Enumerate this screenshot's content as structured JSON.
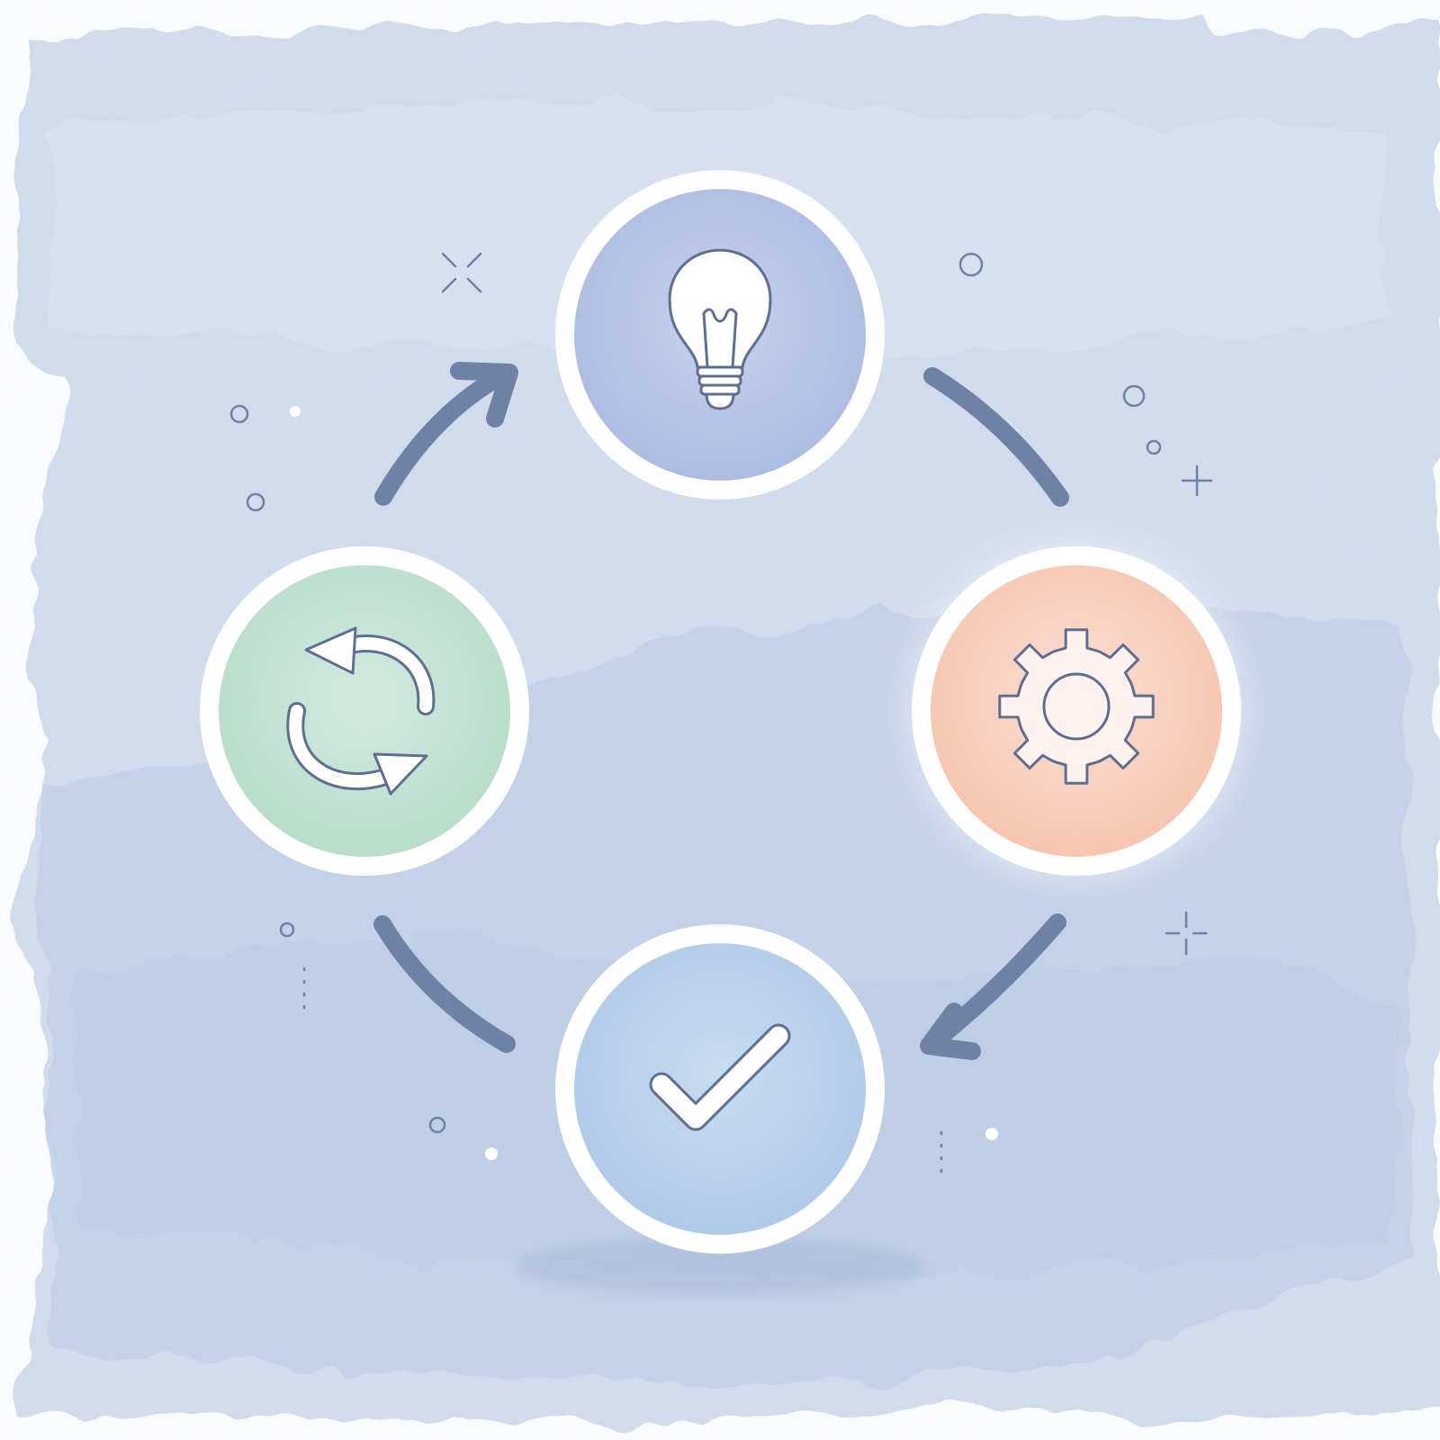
{
  "diagram": {
    "type": "cycle",
    "nodes": [
      {
        "id": "idea",
        "icon": "lightbulb-icon",
        "fill": "#b4c4e4"
      },
      {
        "id": "build",
        "icon": "gear-icon",
        "fill": "#f8cbb8"
      },
      {
        "id": "done",
        "icon": "checkmark-icon",
        "fill": "#b8d0ea"
      },
      {
        "id": "iterate",
        "icon": "refresh-icon",
        "fill": "#bfe0d0"
      }
    ],
    "connectors": [
      {
        "from": "idea",
        "to": "build",
        "arrowhead": false
      },
      {
        "from": "build",
        "to": "done",
        "arrowhead": true
      },
      {
        "from": "done",
        "to": "iterate",
        "arrowhead": false
      },
      {
        "from": "iterate",
        "to": "idea",
        "arrowhead": true
      }
    ]
  },
  "colors": {
    "background_wash": "#c2d2e8",
    "ring": "#ffffff",
    "line": "#6e82a6",
    "icon_stroke": "#5f6f94"
  }
}
